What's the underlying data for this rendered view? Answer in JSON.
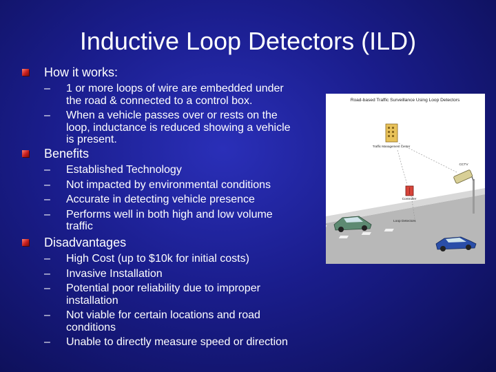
{
  "slide": {
    "title": "Inductive Loop Detectors (ILD)",
    "colors": {
      "background": "#1a1d8c",
      "text": "#ffffff",
      "bullet": "#c81e1e"
    }
  },
  "sections": [
    {
      "heading": "How it works:",
      "items": [
        "1 or more loops of wire are embedded under the road & connected to a control box.",
        "When a vehicle passes over or rests on the loop, inductance is reduced showing a vehicle is present."
      ]
    },
    {
      "heading": "Benefits",
      "items": [
        "Established Technology",
        "Not impacted by environmental conditions",
        "Accurate in detecting vehicle presence",
        "Performs well in both high and low volume traffic"
      ]
    },
    {
      "heading": "Disadvantages",
      "items": [
        "High Cost  (up to $10k for initial costs)",
        "Invasive Installation",
        "Potential poor reliability due to improper installation",
        "Not viable for certain locations and road conditions",
        "Unable to directly measure speed or direction"
      ]
    }
  ],
  "figure": {
    "caption": "Road-based Traffic Surveillance Using Loop Detectors",
    "labels": {
      "tmc": "Traffic Management Center",
      "cctv": "CCTV",
      "controller": "Controller",
      "loop": "Loop Detectors"
    }
  }
}
